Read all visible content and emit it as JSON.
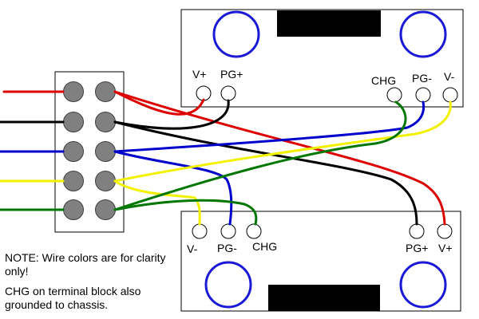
{
  "top_board": {
    "terminals": {
      "v_plus": "V+",
      "pg_plus": "PG+",
      "chg": "CHG",
      "pg_minus": "PG-",
      "v_minus": "V-"
    }
  },
  "bottom_board": {
    "terminals": {
      "v_minus": "V-",
      "pg_minus": "PG-",
      "chg": "CHG",
      "pg_plus": "PG+",
      "v_plus": "V+"
    }
  },
  "notes": {
    "line1": "NOTE: Wire colors are for clarity only!",
    "line2": "CHG on terminal block also grounded to chassis."
  },
  "wire_colors": {
    "red": "#dd0000",
    "black": "#000000",
    "blue": "#0000cc",
    "yellow": "#f2f200",
    "green": "#007700"
  },
  "terminal_block": {
    "rows": 5,
    "columns": 2
  }
}
